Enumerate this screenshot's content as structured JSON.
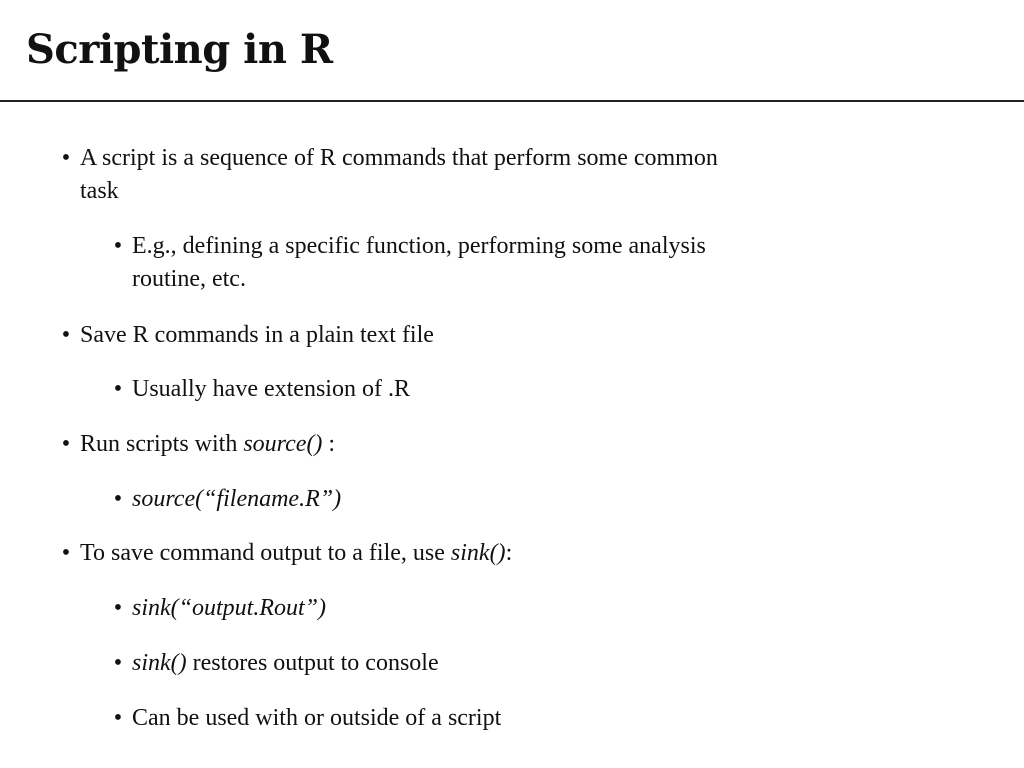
{
  "slide": {
    "title": "Scripting in R"
  },
  "bullets": [
    {
      "level": 1,
      "line1": "A script is a sequence of R commands that perform some common",
      "line2": "task"
    },
    {
      "level": 2,
      "line1": "E.g., defining a specific function, performing some analysis",
      "line2": "routine, etc."
    },
    {
      "level": 1,
      "text": "Save R commands in a plain text file"
    },
    {
      "level": 2,
      "text": "Usually have extension of .R"
    },
    {
      "level": 1,
      "prefix": "Run scripts with ",
      "emph": "source()",
      "suffix": " :"
    },
    {
      "level": 2,
      "emph": "source(“filename.R”)"
    },
    {
      "level": 1,
      "prefix": "To save command output to a file, use ",
      "emph": "sink()",
      "suffix": ":"
    },
    {
      "level": 2,
      "emph": "sink(“output.Rout”)"
    },
    {
      "level": 2,
      "emph": "sink()",
      "suffix": " restores output to console"
    },
    {
      "level": 2,
      "text": "Can be used with or outside of a script"
    }
  ],
  "bullet_glyph": "•"
}
